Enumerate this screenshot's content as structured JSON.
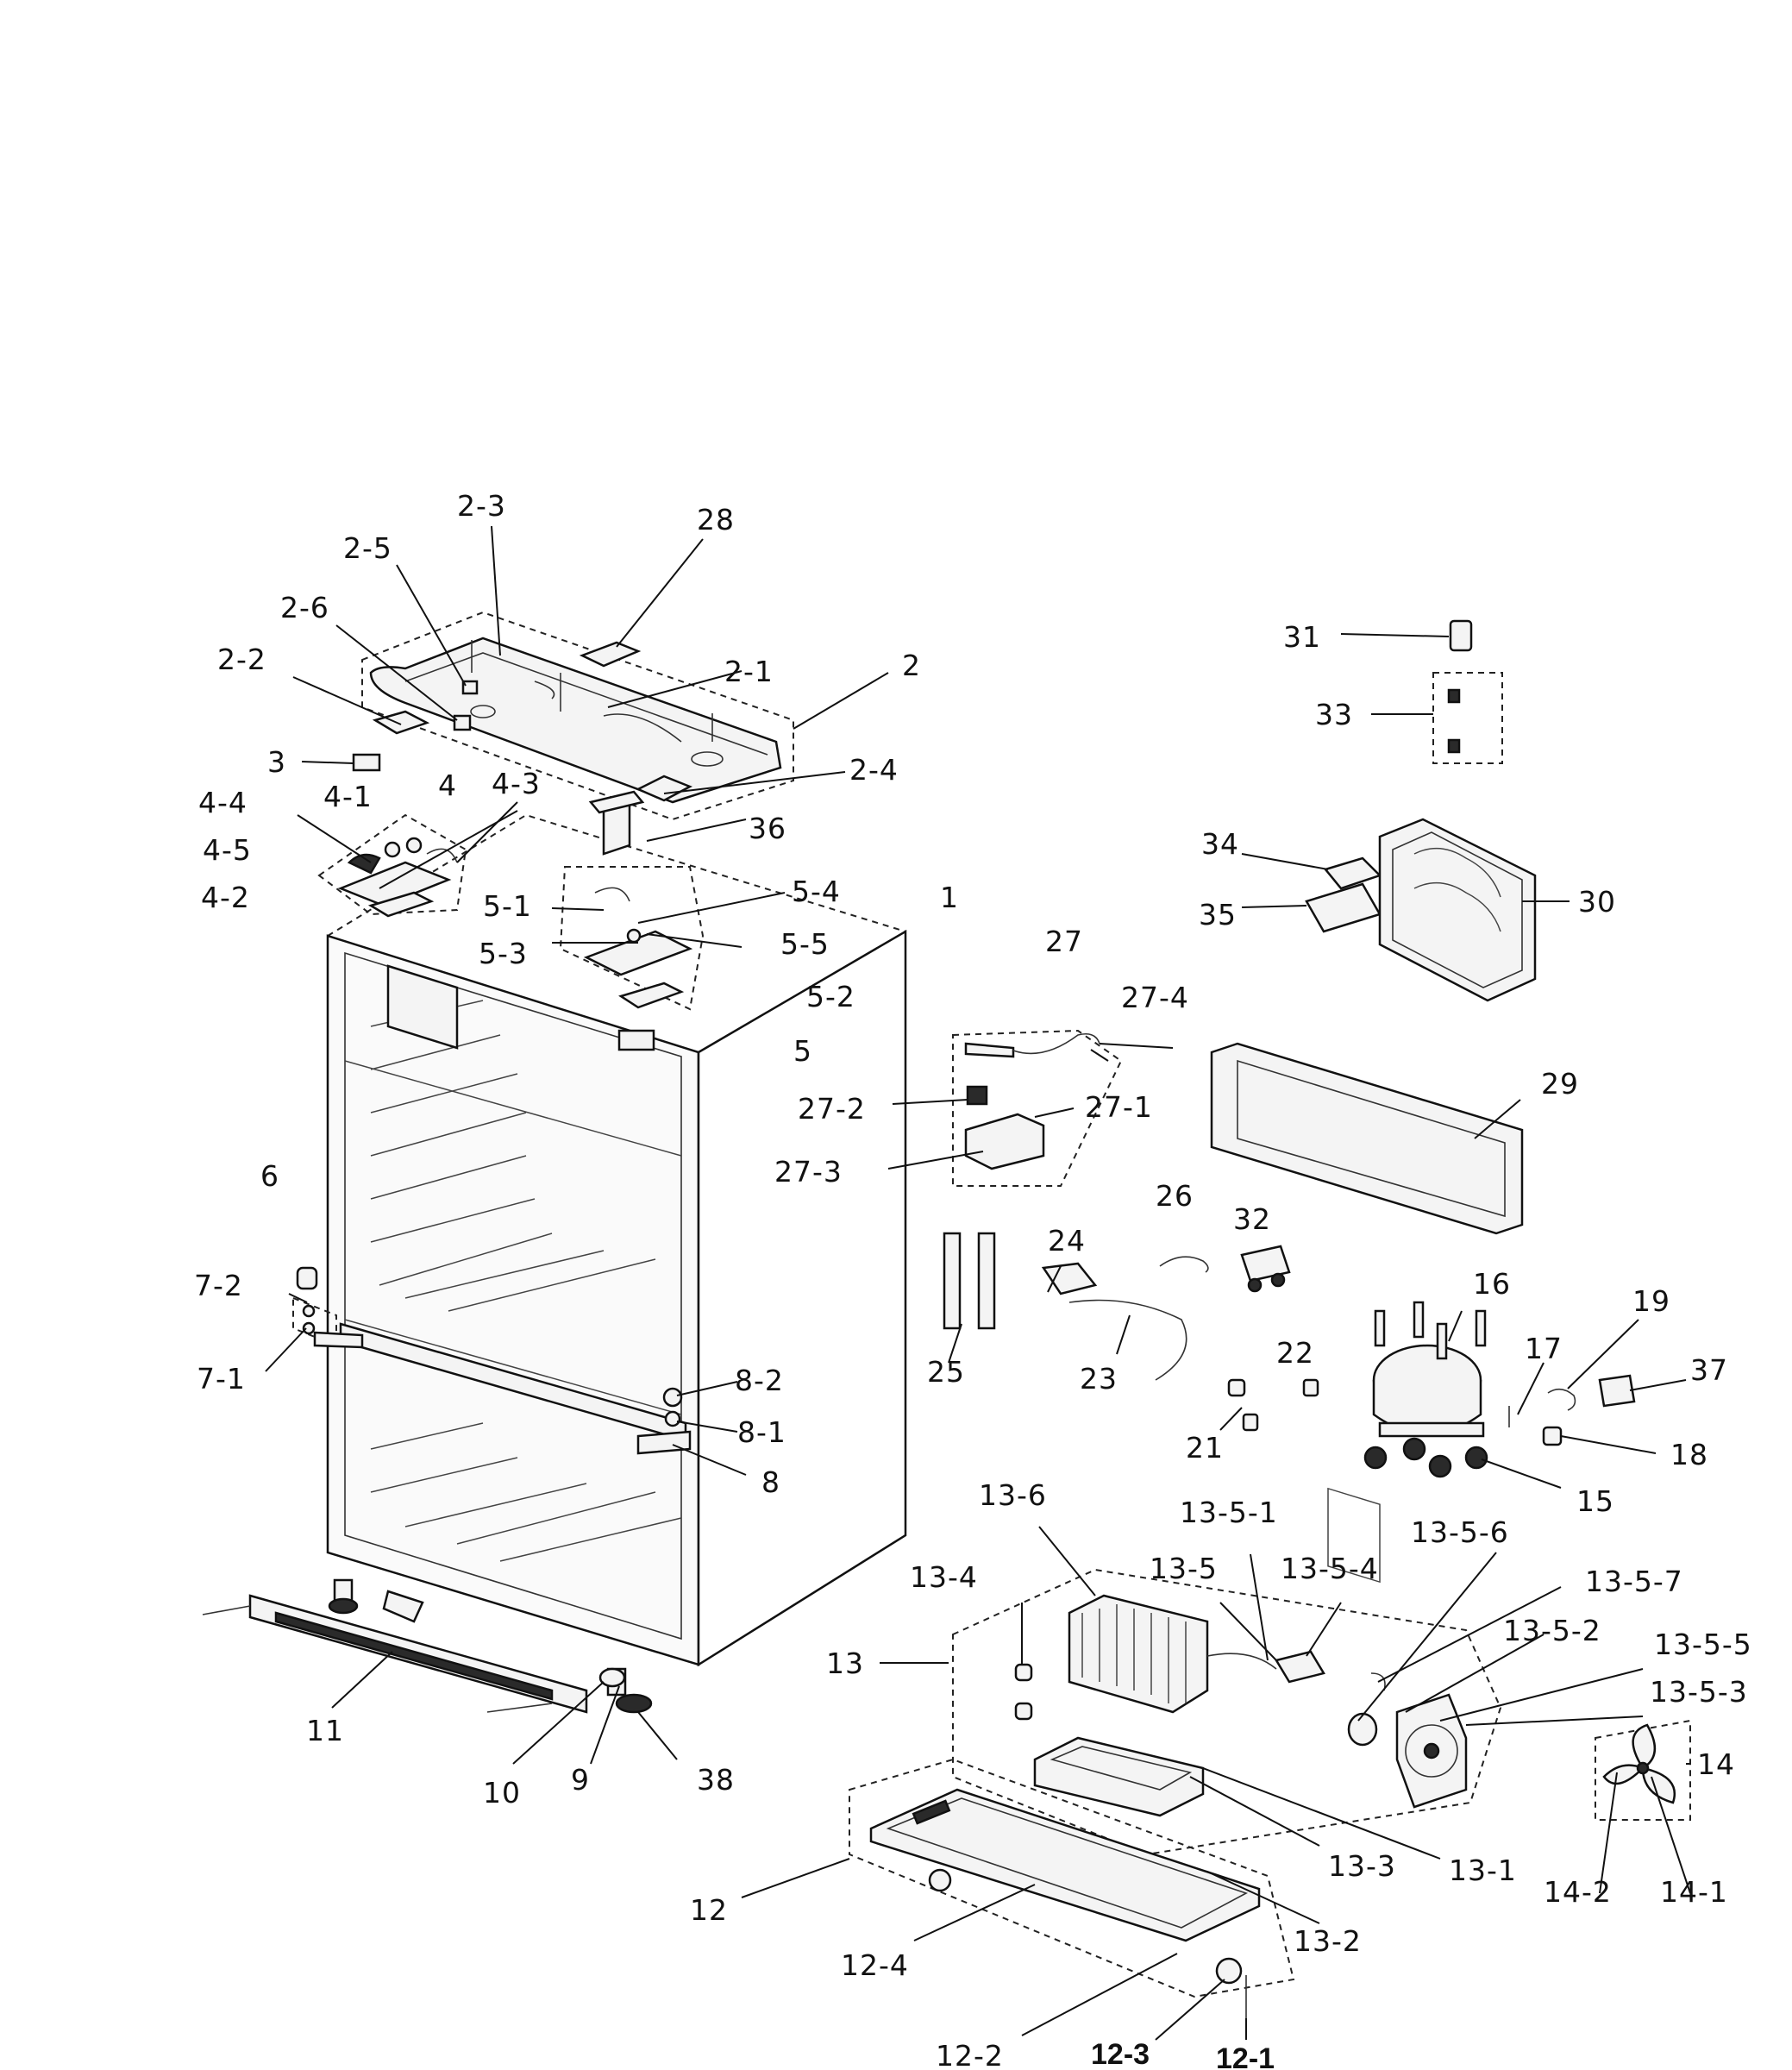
{
  "callouts": [
    {
      "id": "2-3",
      "text": "2-3"
    },
    {
      "id": "28",
      "text": "28"
    },
    {
      "id": "2-5",
      "text": "2-5"
    },
    {
      "id": "2-6",
      "text": "2-6"
    },
    {
      "id": "2-2",
      "text": "2-2"
    },
    {
      "id": "2-1",
      "text": "2-1"
    },
    {
      "id": "2",
      "text": "2"
    },
    {
      "id": "3",
      "text": "3"
    },
    {
      "id": "2-4",
      "text": "2-4"
    },
    {
      "id": "4-4",
      "text": "4-4"
    },
    {
      "id": "4-1",
      "text": "4-1"
    },
    {
      "id": "4",
      "text": "4"
    },
    {
      "id": "4-3",
      "text": "4-3"
    },
    {
      "id": "36",
      "text": "36"
    },
    {
      "id": "4-5",
      "text": "4-5"
    },
    {
      "id": "4-2",
      "text": "4-2"
    },
    {
      "id": "5-4",
      "text": "5-4"
    },
    {
      "id": "1",
      "text": "1"
    },
    {
      "id": "5-1",
      "text": "5-1"
    },
    {
      "id": "5-5",
      "text": "5-5"
    },
    {
      "id": "5-3",
      "text": "5-3"
    },
    {
      "id": "5-2",
      "text": "5-2"
    },
    {
      "id": "5",
      "text": "5"
    },
    {
      "id": "31",
      "text": "31"
    },
    {
      "id": "33",
      "text": "33"
    },
    {
      "id": "34",
      "text": "34"
    },
    {
      "id": "35",
      "text": "35"
    },
    {
      "id": "30",
      "text": "30"
    },
    {
      "id": "27",
      "text": "27"
    },
    {
      "id": "27-4",
      "text": "27-4"
    },
    {
      "id": "27-2",
      "text": "27-2"
    },
    {
      "id": "27-1",
      "text": "27-1"
    },
    {
      "id": "27-3",
      "text": "27-3"
    },
    {
      "id": "29",
      "text": "29"
    },
    {
      "id": "6",
      "text": "6"
    },
    {
      "id": "7-2",
      "text": "7-2"
    },
    {
      "id": "7-1",
      "text": "7-1"
    },
    {
      "id": "26",
      "text": "26"
    },
    {
      "id": "24",
      "text": "24"
    },
    {
      "id": "32",
      "text": "32"
    },
    {
      "id": "16",
      "text": "16"
    },
    {
      "id": "19",
      "text": "19"
    },
    {
      "id": "17",
      "text": "17"
    },
    {
      "id": "22",
      "text": "22"
    },
    {
      "id": "37",
      "text": "37"
    },
    {
      "id": "25",
      "text": "25"
    },
    {
      "id": "23",
      "text": "23"
    },
    {
      "id": "8-2",
      "text": "8-2"
    },
    {
      "id": "8-1",
      "text": "8-1"
    },
    {
      "id": "21",
      "text": "21"
    },
    {
      "id": "18",
      "text": "18"
    },
    {
      "id": "8",
      "text": "8"
    },
    {
      "id": "15",
      "text": "15"
    },
    {
      "id": "13-6",
      "text": "13-6"
    },
    {
      "id": "13-5-1",
      "text": "13-5-1"
    },
    {
      "id": "13-5-6",
      "text": "13-5-6"
    },
    {
      "id": "13-4",
      "text": "13-4"
    },
    {
      "id": "13-5",
      "text": "13-5"
    },
    {
      "id": "13-5-4",
      "text": "13-5-4"
    },
    {
      "id": "13-5-7",
      "text": "13-5-7"
    },
    {
      "id": "13-5-2",
      "text": "13-5-2"
    },
    {
      "id": "13-5-5",
      "text": "13-5-5"
    },
    {
      "id": "13",
      "text": "13"
    },
    {
      "id": "13-5-3",
      "text": "13-5-3"
    },
    {
      "id": "11",
      "text": "11"
    },
    {
      "id": "14",
      "text": "14"
    },
    {
      "id": "38",
      "text": "38"
    },
    {
      "id": "10",
      "text": "10"
    },
    {
      "id": "9",
      "text": "9"
    },
    {
      "id": "13-3",
      "text": "13-3"
    },
    {
      "id": "13-1",
      "text": "13-1"
    },
    {
      "id": "12",
      "text": "12"
    },
    {
      "id": "14-2",
      "text": "14-2"
    },
    {
      "id": "14-1",
      "text": "14-1"
    },
    {
      "id": "13-2",
      "text": "13-2"
    },
    {
      "id": "12-4",
      "text": "12-4"
    },
    {
      "id": "12-2",
      "text": "12-2"
    },
    {
      "id": "12-3",
      "text": "12-3"
    },
    {
      "id": "12-1",
      "text": "12-1"
    }
  ]
}
